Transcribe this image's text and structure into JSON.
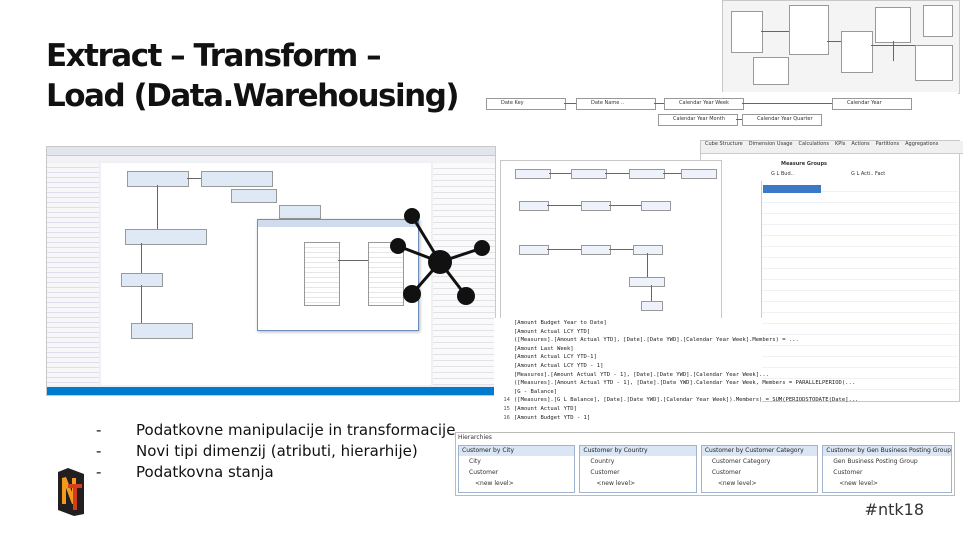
{
  "slide": {
    "title_line1": "Extract – Transform –",
    "title_line2": "Load (Data.Warehousing)",
    "bullets": [
      {
        "dash": "-",
        "text": "Podatkovne manipulacije in transformacije"
      },
      {
        "dash": "-",
        "text": "Novi tipi dimenzij   (atributi, hierarhije)"
      },
      {
        "dash": "-",
        "text": "Podatkovna stanja"
      }
    ],
    "hashtag": "#ntk18"
  },
  "logo": {
    "letters": "NT",
    "colors": {
      "n": "#f39a1d",
      "t": "#d33c1d"
    }
  },
  "hierarchies_panel": {
    "header": "Hierarchies",
    "columns": [
      {
        "title": "Customer by City",
        "rows": [
          "City",
          "Customer",
          "<new level>"
        ]
      },
      {
        "title": "Customer by Country",
        "rows": [
          "Country",
          "Customer",
          "<new level>"
        ]
      },
      {
        "title": "Customer by Customer Category",
        "rows": [
          "Customer Category",
          "Customer",
          "<new level>"
        ]
      },
      {
        "title": "Customer by Gen Business Posting Group",
        "rows": [
          "Gen Business Posting Group",
          "Customer",
          "<new level>"
        ]
      }
    ]
  },
  "dimension_flow": {
    "nodes": [
      "Date Key",
      "Date Name ..",
      "Calendar Year Week",
      "Calendar Year",
      "Calendar Year Month",
      "Calendar Year Quarter"
    ]
  },
  "cube_tabs": [
    "Cube Structure",
    "Dimension Usage",
    "Calculations",
    "KPIs",
    "Actions",
    "Partitions",
    "Aggregations"
  ],
  "measure_groups": {
    "header": "Measure Groups",
    "items": [
      "G L Bud..",
      "G L Acti.. Fact"
    ]
  },
  "code_lines": [
    {
      "n": "",
      "t": "[Amount Budget Year to Date]"
    },
    {
      "n": "",
      "t": "[Amount Actual LCY YTD]"
    },
    {
      "n": "",
      "t": "([Measures].[Amount Actual YTD], [Date].[Date YWD].[Calendar Year Week].Members) = ..."
    },
    {
      "n": "",
      "t": "[Amount Last Week]"
    },
    {
      "n": "",
      "t": "[Amount Actual LCY YTD-1]"
    },
    {
      "n": "",
      "t": "[Amount Actual LCY YTD - 1]"
    },
    {
      "n": "",
      "t": "[Measures].[Amount Actual YTD - 1], [Date].[Date YWD].[Calendar Year Week]..."
    },
    {
      "n": "",
      "t": "([Measures].[Amount Actual YTD - 1], [Date].[Date YWD].Calendar Year Week, Members = PARALLELPERIOD(..."
    },
    {
      "n": "",
      "t": "[G - Balance]"
    },
    {
      "n": "14",
      "t": "([Measures].[G L Balance], [Date].[Date YWD].[Calendar Year Week]).Members) = SUM(PERIODSTODATE(Date]..."
    },
    {
      "n": "15",
      "t": "[Amount Actual YTD]"
    },
    {
      "n": "16",
      "t": "[Amount Budget YTD - 1]"
    }
  ]
}
